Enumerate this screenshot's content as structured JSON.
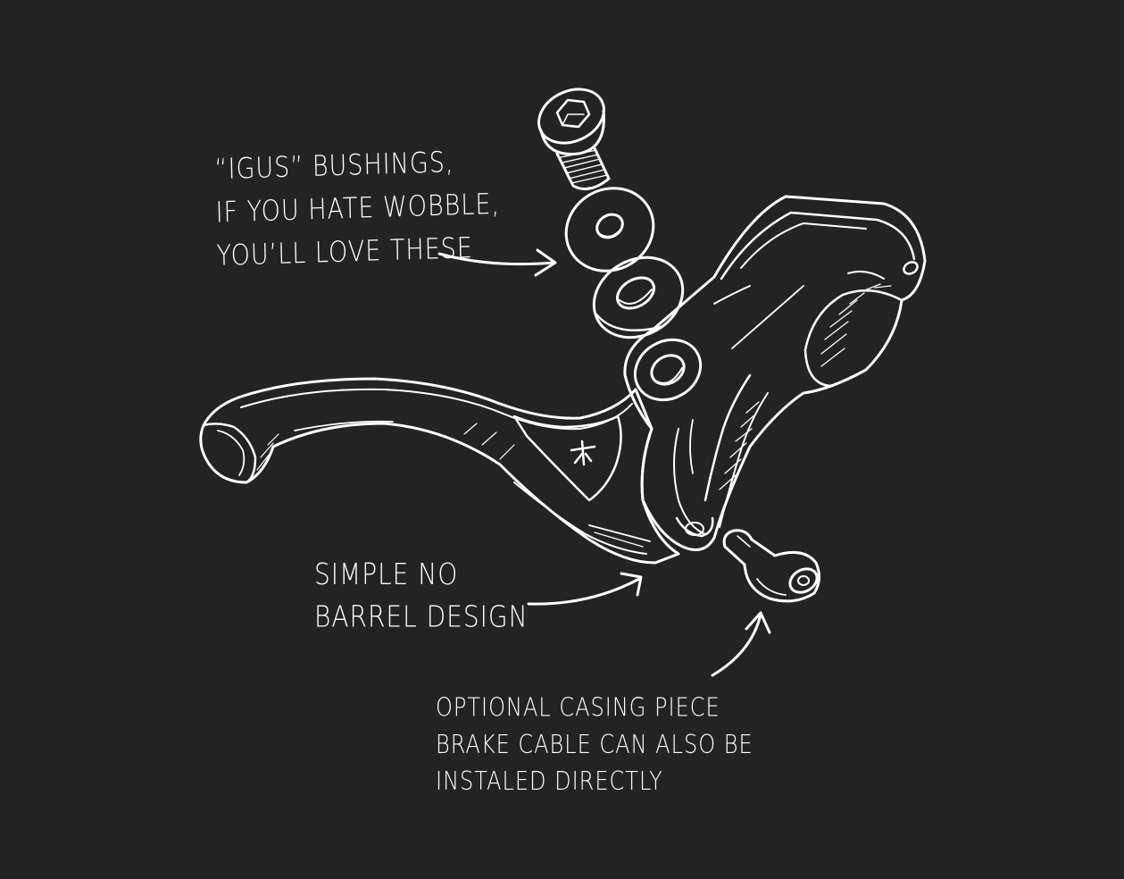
{
  "colors": {
    "background": "#232323",
    "ink": "#ffffff"
  },
  "annotations": {
    "bushings": {
      "lines": [
        "“IGUS” BUSHINGS,",
        "IF YOU HATE WOBBLE,",
        "YOU’LL LOVE THESE"
      ]
    },
    "barrel": {
      "lines": [
        "SIMPLE NO",
        "BARREL DESIGN"
      ]
    },
    "casing": {
      "lines": [
        "OPTIONAL CASING PIECE",
        "BRAKE CABLE CAN ALSO BE",
        "INSTALED DIRECTLY"
      ]
    }
  },
  "parts": [
    "hex-bolt",
    "bushing-washer-top",
    "bushing-washer-bottom",
    "lever-blade",
    "clamp-body",
    "cable-end-piece"
  ]
}
